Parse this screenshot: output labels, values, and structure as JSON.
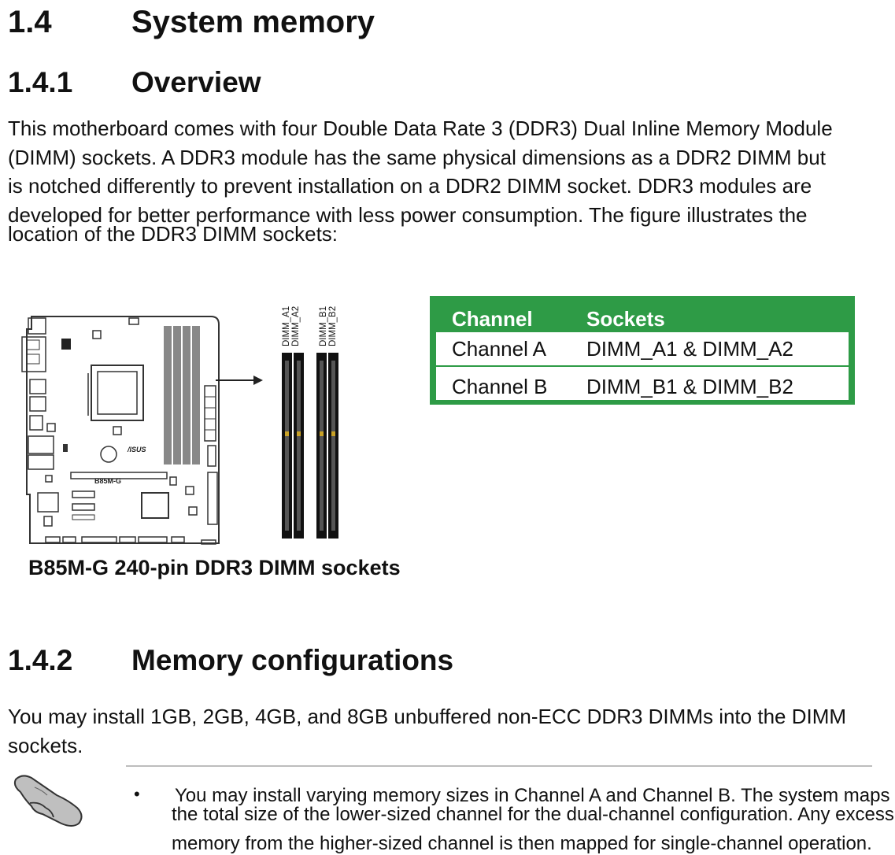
{
  "section": {
    "number": "1.4",
    "title": "System memory"
  },
  "overview": {
    "number": "1.4.1",
    "title": "Overview",
    "lines": [
      "This motherboard comes with four Double Data Rate 3 (DDR3) Dual Inline Memory Module",
      "(DIMM) sockets. A DDR3 module has the same physical dimensions as a DDR2 DIMM but",
      "is notched differently to prevent installation on a DDR2 DIMM socket. DDR3 modules are",
      "developed for better performance with less power consumption. The figure illustrates the",
      "location of the DDR3 DIMM sockets:"
    ]
  },
  "figure": {
    "board_label": "B85M-G",
    "dimm_labels": [
      "DIMM_A1",
      "DIMM_A2",
      "DIMM_B1",
      "DIMM_B2"
    ],
    "caption": "B85M-G 240-pin DDR3 DIMM sockets",
    "colors": {
      "table_green": "#2e9b46",
      "slot_black": "#111111",
      "slot_gold": "#c9a227"
    }
  },
  "channel_table": {
    "headers": [
      "Channel",
      "Sockets"
    ],
    "rows": [
      [
        "Channel A",
        "DIMM_A1 & DIMM_A2"
      ],
      [
        "Channel B",
        "DIMM_B1 & DIMM_B2"
      ]
    ]
  },
  "memory_config": {
    "number": "1.4.2",
    "title": "Memory configurations",
    "lines": [
      "You may install 1GB, 2GB, 4GB, and 8GB unbuffered non-ECC DDR3 DIMMs into the DIMM",
      "sockets."
    ]
  },
  "note": {
    "icon": "pointing-hand-icon",
    "bullet": "•",
    "lines": [
      "You may install varying memory sizes in Channel A and Channel B. The system maps",
      "the total size of the lower-sized channel for the dual-channel configuration. Any excess",
      "memory from the higher-sized channel is then mapped for single-channel operation."
    ]
  }
}
